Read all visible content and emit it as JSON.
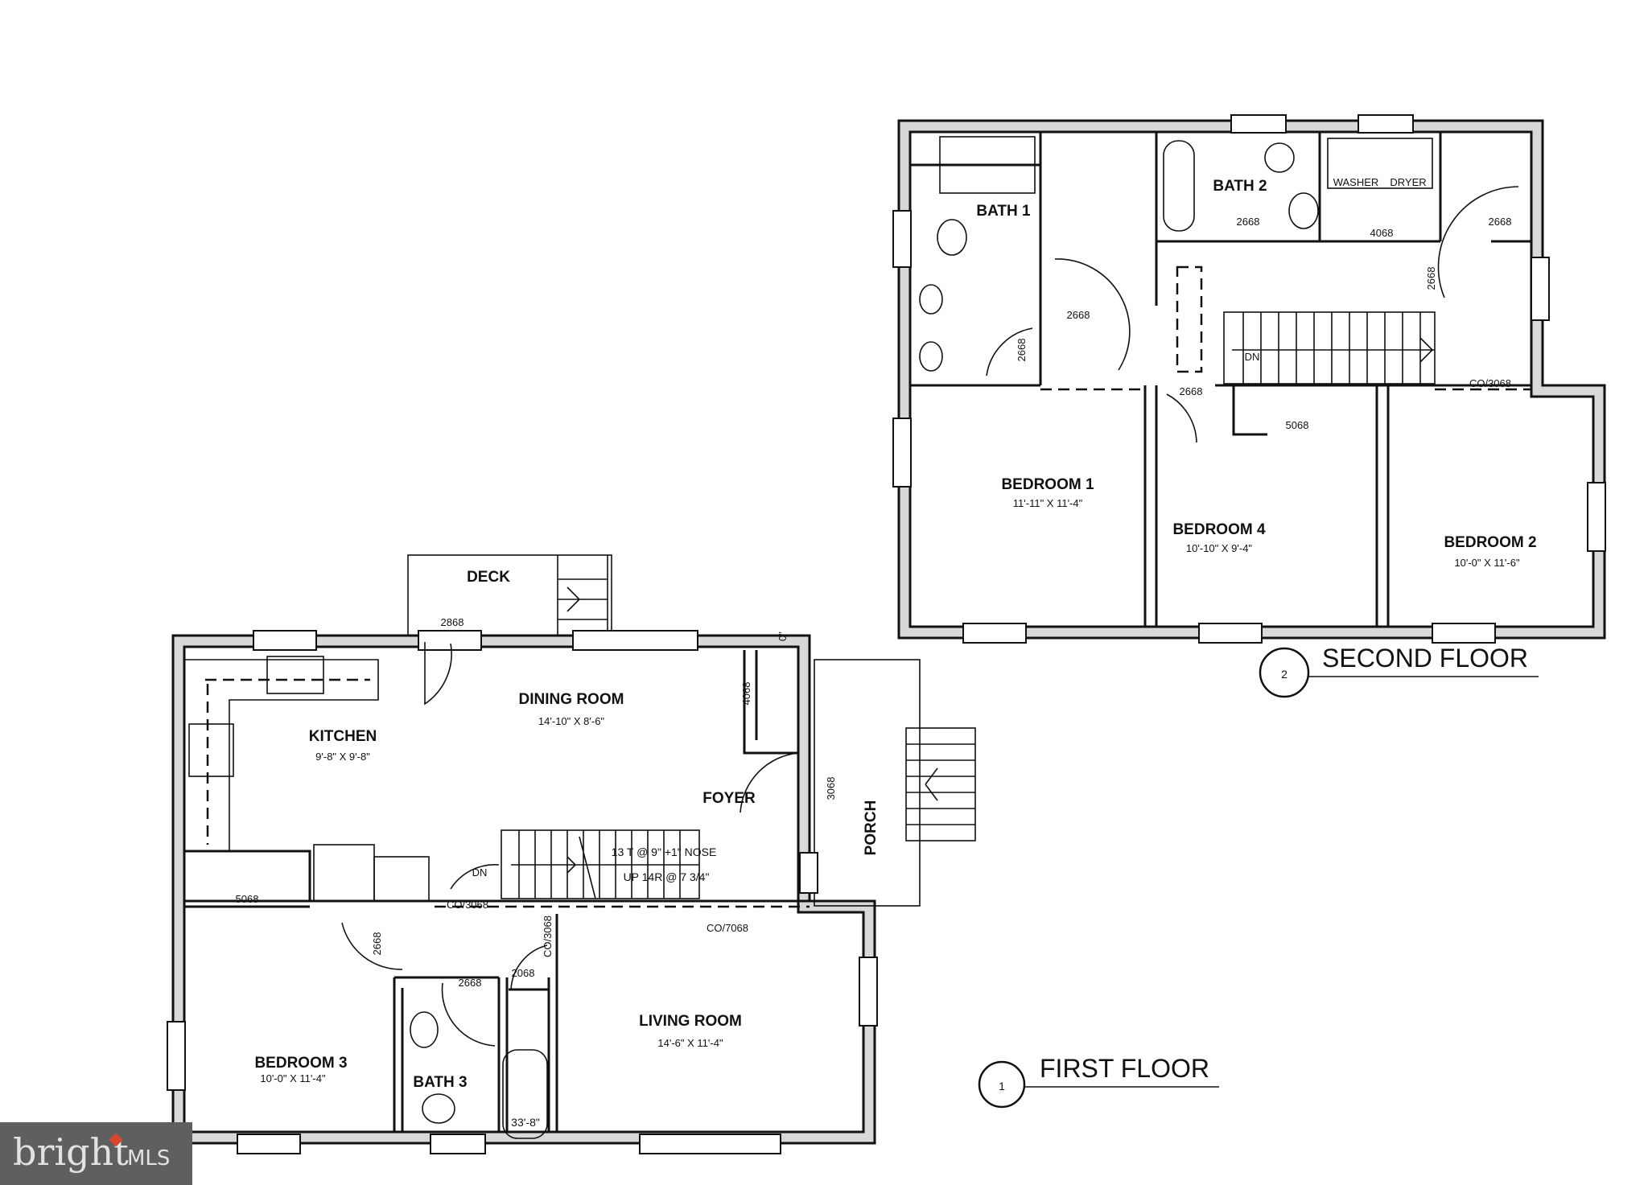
{
  "second_floor": {
    "title": "SECOND FLOOR",
    "number": "2",
    "rooms": [
      {
        "name": "BATH 1"
      },
      {
        "name": "BATH 2"
      },
      {
        "name": "BEDROOM 1",
        "dims": "11'-11\" X 11'-4\""
      },
      {
        "name": "BEDROOM 4",
        "dims": "10'-10\" X 9'-4\""
      },
      {
        "name": "BEDROOM 2",
        "dims": "10'-0\" X 11'-6\""
      }
    ],
    "appliances": {
      "washer": "WASHER",
      "dryer": "DRYER"
    },
    "labels": {
      "door_bath2": "2668",
      "door_right": "2668",
      "door_hall": "2668",
      "door_bath1": "2668",
      "door_bed4": "2668",
      "door_laundry_side": "2668",
      "laundry_door": "4068",
      "cased_opening": "CO/3068",
      "closet_bed4": "5068",
      "stair_dn": "DN"
    }
  },
  "first_floor": {
    "title": "FIRST FLOOR",
    "number": "1",
    "rooms": [
      {
        "name": "DECK"
      },
      {
        "name": "DINING ROOM",
        "dims": "14'-10\" X 8'-6\""
      },
      {
        "name": "KITCHEN",
        "dims": "9'-8\" X 9'-8\""
      },
      {
        "name": "FOYER"
      },
      {
        "name": "PORCH"
      },
      {
        "name": "LIVING ROOM",
        "dims": "14'-6\" X 11'-4\""
      },
      {
        "name": "BEDROOM 3",
        "dims": "10'-0\" X 11'-4\""
      },
      {
        "name": "BATH 3"
      }
    ],
    "labels": {
      "deck_door": "2868",
      "front_door": "3068",
      "foyer_closet": "4068",
      "stair_treads": "13 T @ 9\" +1\" NOSE",
      "stair_risers": "UP 14R @ 7 3/4\"",
      "stair_dn": "DN",
      "closet_bed3": "5068",
      "cased_opening_1": "CO/3068",
      "cased_opening_2": "CO/7068",
      "door_bed3": "2668",
      "door_bath3": "2668",
      "door_closet": "2068",
      "cased_opening_3": "CO/3068",
      "overall_dim": "33'-8\"",
      "top_dim": "0\""
    }
  },
  "watermark": {
    "brand": "bright",
    "suffix": "MLS",
    "accent_color": "#d9472b"
  }
}
